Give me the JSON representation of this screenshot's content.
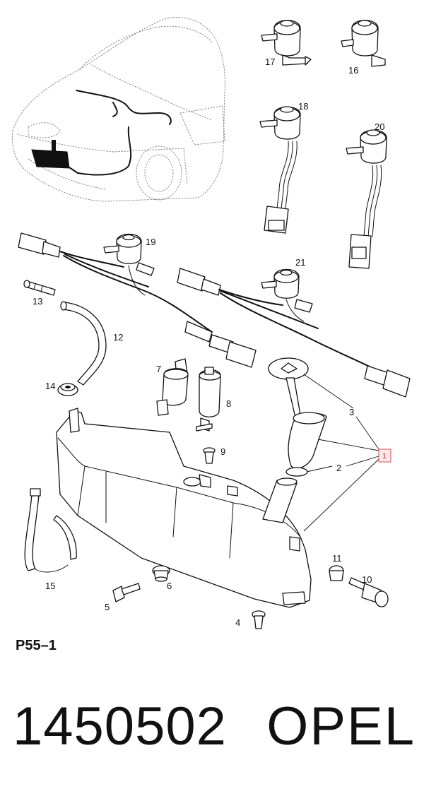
{
  "diagram": {
    "code": "P55–1",
    "highlighted_callout": "1",
    "callouts": {
      "c1": "1",
      "c2": "2",
      "c3": "3",
      "c4": "4",
      "c5": "5",
      "c6": "6",
      "c7": "7",
      "c8": "8",
      "c9": "9",
      "c10": "10",
      "c11": "11",
      "c12": "12",
      "c13": "13",
      "c14": "14",
      "c15": "15",
      "c16": "16",
      "c17": "17",
      "c18": "18",
      "c19": "19",
      "c20": "20",
      "c21": "21"
    }
  },
  "footer": {
    "part_number": "1450502",
    "brand": "OPEL"
  }
}
